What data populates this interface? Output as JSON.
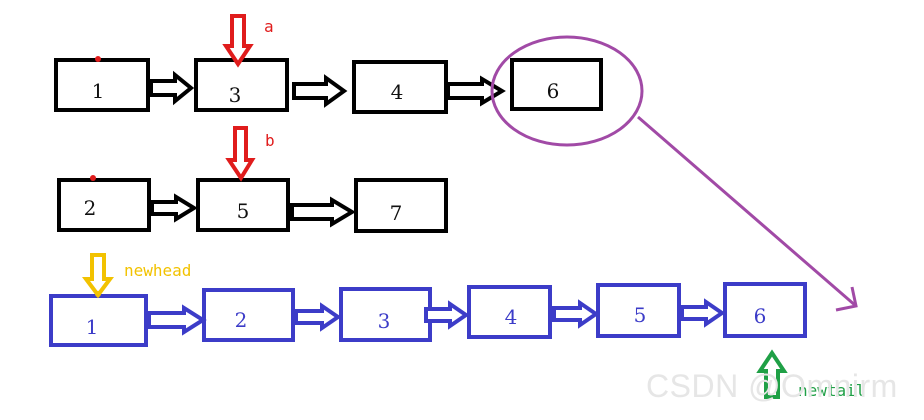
{
  "diagram": {
    "colors": {
      "list_a": "#000000",
      "list_b": "#000000",
      "merged": "#3c3cc8",
      "pointer_ab": "#e01c1c",
      "newhead": "#f2c200",
      "newtail": "#1fa046",
      "highlight": "#a14aa6"
    },
    "list_a": {
      "nodes": [
        "1",
        "3",
        "4",
        "6"
      ]
    },
    "list_b": {
      "nodes": [
        "2",
        "5",
        "7"
      ]
    },
    "merged": {
      "nodes": [
        "1",
        "2",
        "3",
        "4",
        "5",
        "6"
      ]
    },
    "pointers": {
      "a": "a",
      "b": "b",
      "newhead": "newhead",
      "newtail": "newtail"
    }
  },
  "watermark": "CSDN @Omnirm"
}
